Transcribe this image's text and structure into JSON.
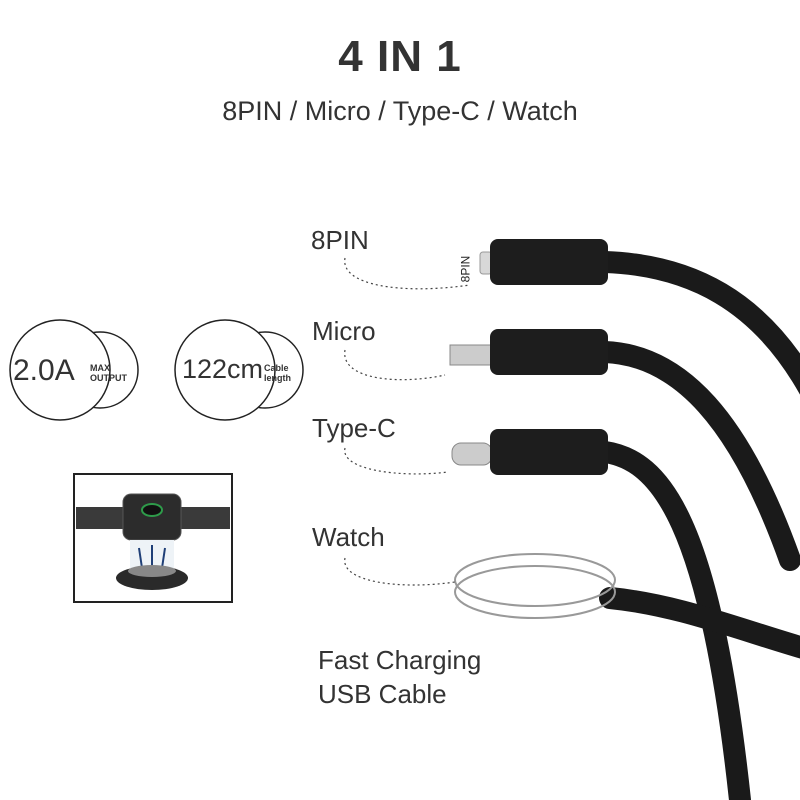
{
  "header": {
    "title": "4 IN 1",
    "subtitle": "8PIN / Micro / Type-C / Watch"
  },
  "specs": [
    {
      "value": "2.0A",
      "caption_line1": "MAX",
      "caption_line2": "OUTPUT"
    },
    {
      "value": "122cm",
      "caption_line1": "Cable",
      "caption_line2": "length"
    }
  ],
  "connectors": [
    {
      "label": "8PIN",
      "tip_marking": "8PIN"
    },
    {
      "label": "Micro"
    },
    {
      "label": "Type-C"
    },
    {
      "label": "Watch"
    }
  ],
  "footer": {
    "line1": "Fast Charging",
    "line2": "USB Cable"
  },
  "colors": {
    "cable": "#1a1a1a",
    "text": "#333333",
    "watch_charger_accent": "#2e9b4a"
  }
}
